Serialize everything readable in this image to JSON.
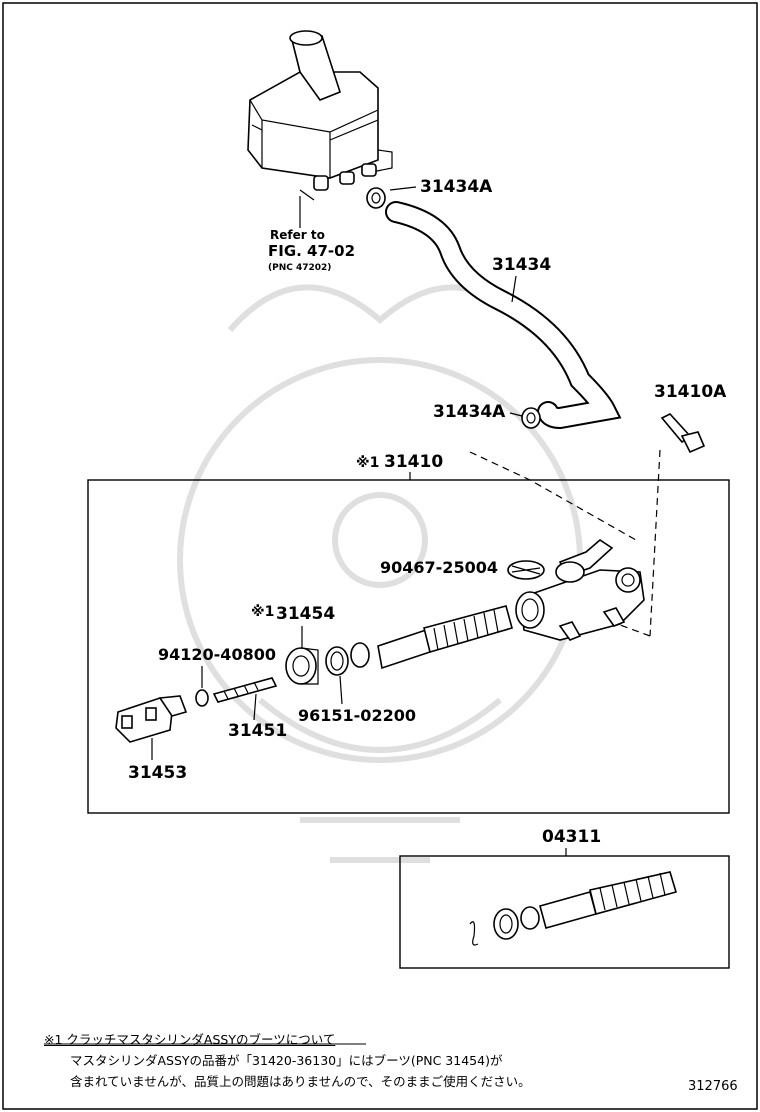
{
  "parts": {
    "reservoir_hose_clip_upper": "31434A",
    "reservoir_hose": "31434",
    "reservoir_hose_clip_lower": "31434A",
    "union_bolt": "31410A",
    "master_cylinder_assy": "31410",
    "master_cylinder_assy_mark": "※1",
    "reservoir_union_pin": "90467-25004",
    "boot": "31454",
    "boot_mark": "※1",
    "nut": "94120-40800",
    "push_rod": "31451",
    "snap_ring": "96151-02200",
    "clevis": "31453",
    "repair_kit": "04311"
  },
  "reference": {
    "refer_to": "Refer to",
    "fig": "FIG. 47-02",
    "pnc": "(PNC 47202)"
  },
  "footnote": {
    "title": "※1 クラッチマスタシリンダASSYのブーツについて",
    "line1": "マスタシリンダASSYの品番が「31420-36130」にはブーツ(PNC 31454)が",
    "line2": "含まれていませんが、品質上の問題はありませんので、そのままご使用ください。"
  },
  "illustration_number": "312766"
}
